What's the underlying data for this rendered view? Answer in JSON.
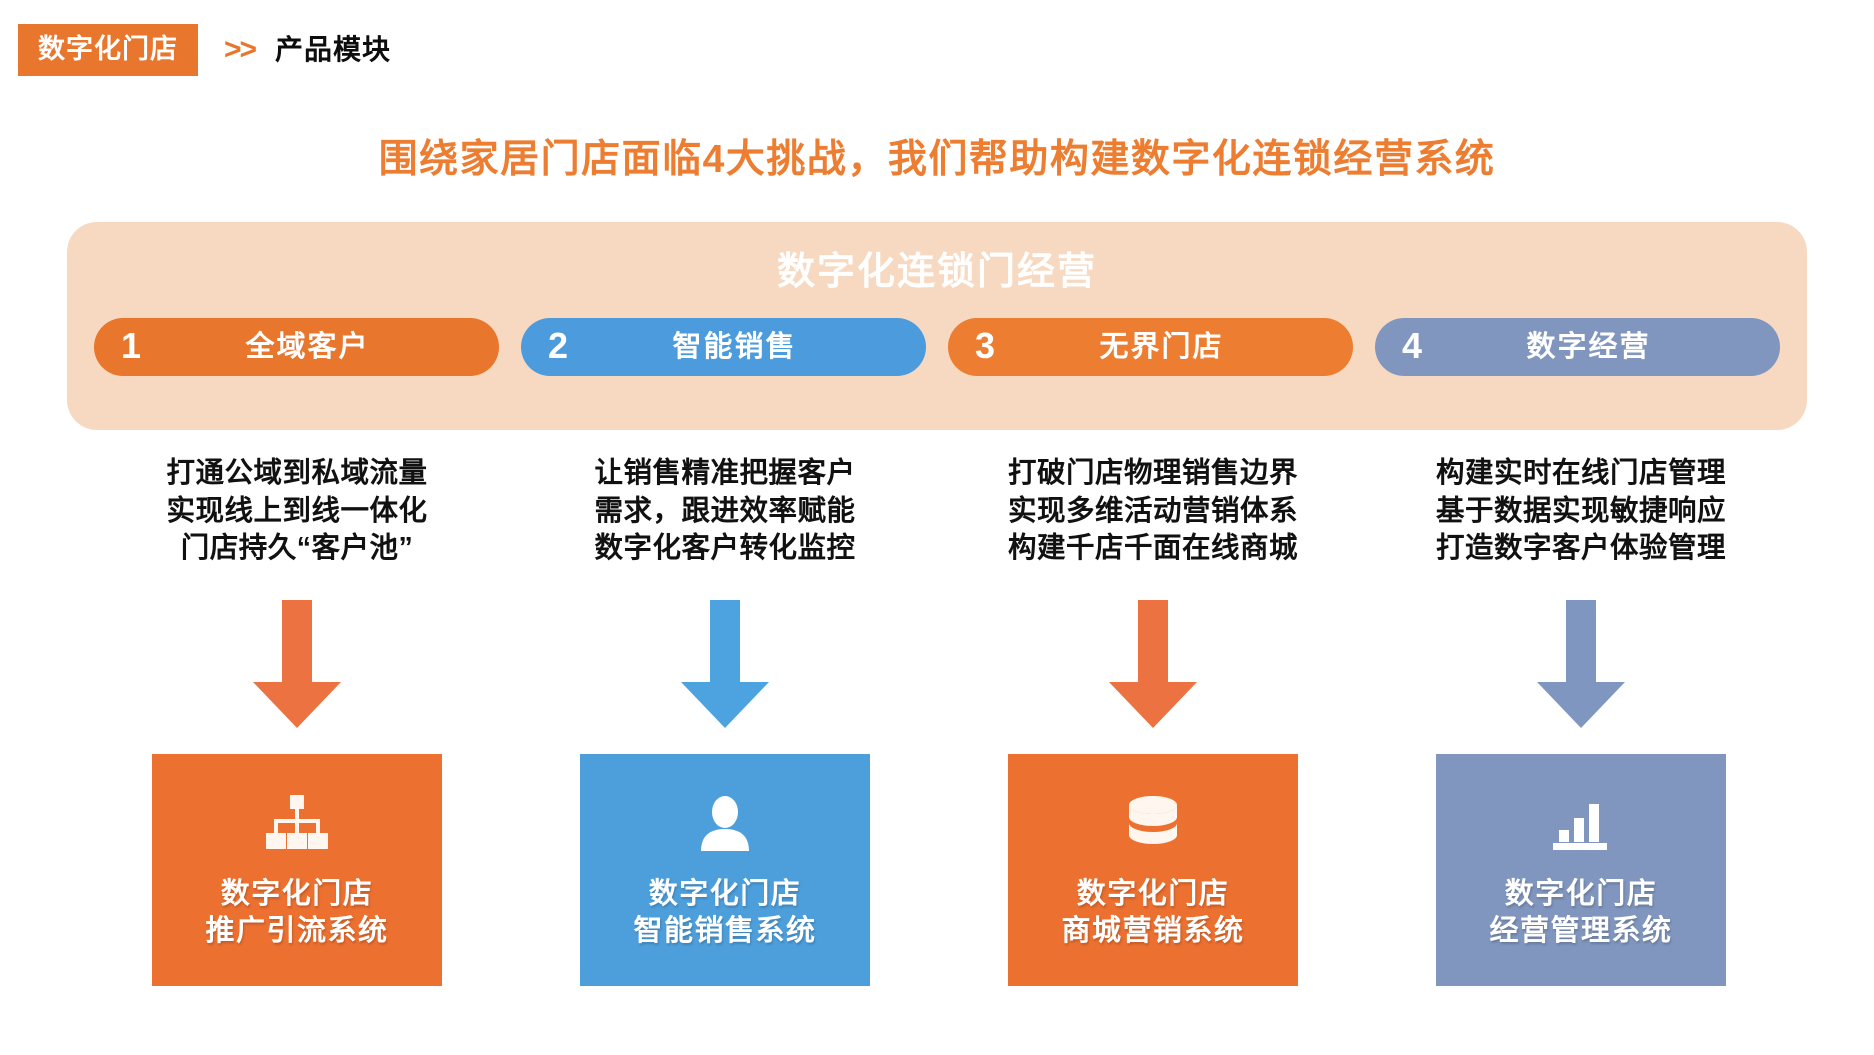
{
  "breadcrumb": {
    "badge": "数字化门店",
    "separator": ">>",
    "current": "产品模块"
  },
  "main_title": "围绕家居门店面临4大挑战，我们帮助构建数字化连锁经营系统",
  "banner": {
    "title": "数字化连锁门经营",
    "background_color": "#F7D9C1",
    "pills": [
      {
        "number": "1",
        "label": "全域客户",
        "color": "#E8762C"
      },
      {
        "number": "2",
        "label": "智能销售",
        "color": "#4B9BDD"
      },
      {
        "number": "3",
        "label": "无界门店",
        "color": "#ED7D31"
      },
      {
        "number": "4",
        "label": "数字经营",
        "color": "#8096BE"
      }
    ]
  },
  "columns": [
    {
      "desc_lines": [
        "打通公域到私域流量",
        "实现线上到线一体化",
        "门店持久“客户池”"
      ],
      "arrow_color": "#ED7242",
      "card": {
        "color": "#EC7030",
        "icon": "hierarchy-icon",
        "label_lines": [
          "数字化门店",
          "推广引流系统"
        ]
      }
    },
    {
      "desc_lines": [
        "让销售精准把握客户",
        "需求，跟进效率赋能",
        "数字化客户转化监控"
      ],
      "arrow_color": "#4DA3E0",
      "card": {
        "color": "#4D9FDC",
        "icon": "user-icon",
        "label_lines": [
          "数字化门店",
          "智能销售系统"
        ]
      }
    },
    {
      "desc_lines": [
        "打破门店物理销售边界",
        "实现多维活动营销体系",
        "构建千店千面在线商城"
      ],
      "arrow_color": "#ED7242",
      "card": {
        "color": "#EC7030",
        "icon": "database-icon",
        "label_lines": [
          "数字化门店",
          "商城营销系统"
        ]
      }
    },
    {
      "desc_lines": [
        "构建实时在线门店管理",
        "基于数据实现敏捷响应",
        "打造数字客户体验管理"
      ],
      "arrow_color": "#7F96C1",
      "card": {
        "color": "#8096BE",
        "icon": "bar-chart-icon",
        "label_lines": [
          "数字化门店",
          "经营管理系统"
        ]
      }
    }
  ],
  "colors": {
    "brand_orange": "#E8762C",
    "title_orange": "#EC7D31",
    "blue": "#4D9FDC",
    "slate": "#8096BE",
    "peach": "#F7D9C1"
  }
}
